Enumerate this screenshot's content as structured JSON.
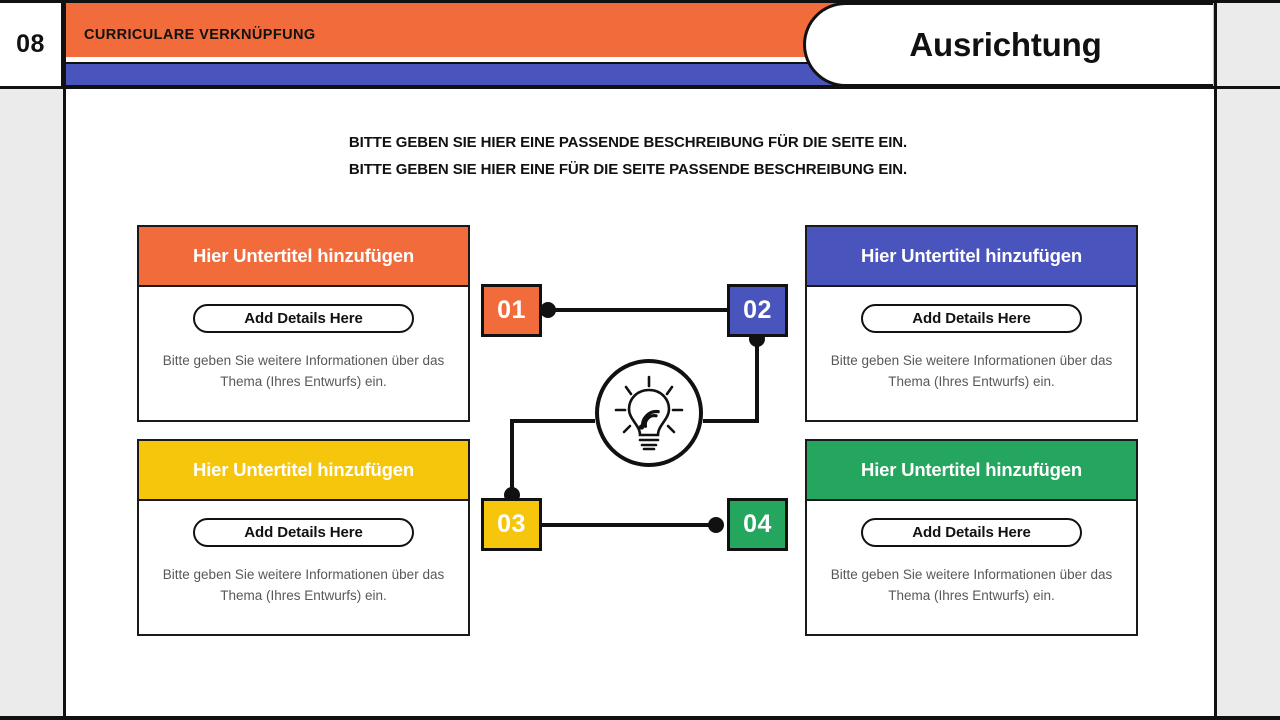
{
  "header": {
    "slide_number": "08",
    "eyebrow": "CURRICULARE VERKNÜPFUNG",
    "title": "Ausrichtung",
    "colors": {
      "orange": "#f26b3a",
      "blue": "#4a54bd",
      "yellow": "#f7c708",
      "ink": "#111111"
    }
  },
  "body": {
    "subtitle_lines": [
      "BITTE GEBEN SIE HIER EINE PASSENDE BESCHREIBUNG FÜR DIE SEITE EIN.",
      "BITTE GEBEN SIE HIER EINE FÜR DIE SEITE PASSENDE BESCHREIBUNG EIN."
    ],
    "cards": [
      {
        "id": "01",
        "heading": "Hier Untertitel hinzufügen",
        "button": "Add Details Here",
        "description": "Bitte geben Sie weitere Informationen über das Thema (Ihres Entwurfs) ein.",
        "color": "#f26b3a"
      },
      {
        "id": "02",
        "heading": "Hier Untertitel hinzufügen",
        "button": "Add Details Here",
        "description": "Bitte geben Sie weitere Informationen über das Thema (Ihres Entwurfs) ein.",
        "color": "#4a54bd"
      },
      {
        "id": "03",
        "heading": "Hier Untertitel hinzufügen",
        "button": "Add Details Here",
        "description": "Bitte geben Sie weitere Informationen über das Thema (Ihres Entwurfs) ein.",
        "color": "#f5c60c"
      },
      {
        "id": "04",
        "heading": "Hier Untertitel hinzufügen",
        "button": "Add Details Here",
        "description": "Bitte geben Sie weitere Informationen über das Thema (Ihres Entwurfs) ein.",
        "color": "#25a65f"
      }
    ],
    "diagram": {
      "center_icon": "lightbulb-wifi-icon",
      "nodes": [
        {
          "label": "01",
          "color": "#f26b3a"
        },
        {
          "label": "02",
          "color": "#4a54bd"
        },
        {
          "label": "03",
          "color": "#f5c60c"
        },
        {
          "label": "04",
          "color": "#25a65f"
        }
      ]
    }
  }
}
